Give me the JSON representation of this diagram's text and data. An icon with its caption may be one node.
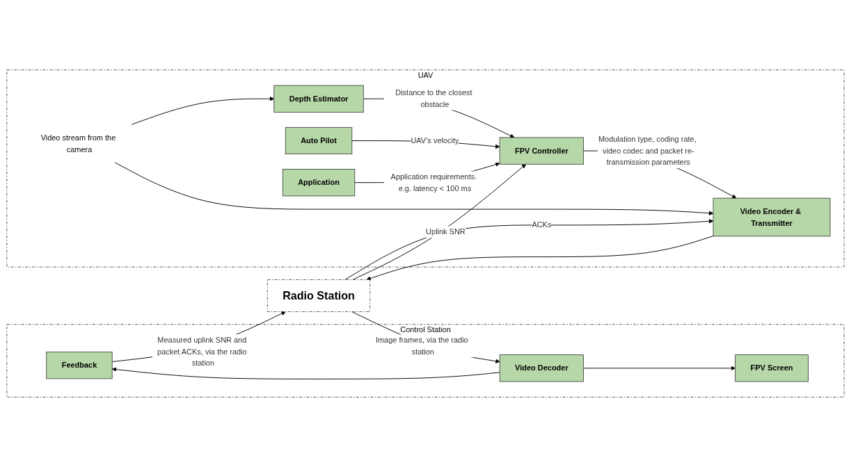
{
  "diagram": {
    "nodes": [
      {
        "text": [
          "Control Station"
        ]
      },
      {
        "text": [
          "Radio Station"
        ]
      },
      {
        "text": [
          "UAV"
        ]
      },
      {
        "text": [
          "Feedback"
        ],
        "in": 0
      },
      {
        "text": [
          "Video Decoder"
        ],
        "in": 0
      },
      {
        "text": [
          "FPV Screen"
        ],
        "in": 0
      },
      {
        "text": [
          "Video stream from the camera"
        ],
        "in": 2
      },
      {
        "text": [
          "Depth Estimator"
        ],
        "in": 2
      },
      {
        "text": [
          "Video Encoder & Transmitter"
        ],
        "in": 2
      },
      {
        "text": [
          "FPV Controller"
        ],
        "in": 2
      },
      {
        "text": [
          "Auto Pilot"
        ],
        "in": 2
      },
      {
        "text": [
          "Application"
        ],
        "in": 2
      }
    ],
    "edges": [
      {
        "from": 6,
        "to": 7,
        "arrow": "to"
      },
      {
        "from": 6,
        "to": 8,
        "arrow": "to"
      },
      {
        "from": 7,
        "to": 9,
        "arrow": "to",
        "label": "Distance to the closest obstacle"
      },
      {
        "from": 3,
        "to": 1,
        "arrow": "to",
        "label": "Measured uplink SNR and packet ACKs, via the radio station"
      },
      {
        "from": 1,
        "to": 8,
        "arrow": "to",
        "label": "ACKs"
      },
      {
        "from": 1,
        "to": 9,
        "arrow": "to",
        "label": "Uplink SNR"
      },
      {
        "from": 8,
        "to": 1,
        "arrow": "to"
      },
      {
        "from": 1,
        "to": 4,
        "arrow": "to",
        "label": "Image frames, via the radio station"
      },
      {
        "from": 4,
        "to": 3,
        "arrow": "to"
      },
      {
        "from": 4,
        "to": 5,
        "arrow": "to"
      },
      {
        "from": 10,
        "to": 9,
        "arrow": "to",
        "label": "UAV’s velocity"
      },
      {
        "from": 9,
        "to": 8,
        "arrow": "to",
        "label": "Modulation type, coding rate, video codec and packet re-transmission parameters"
      },
      {
        "from": 11,
        "to": 9,
        "arrow": "to",
        "label": "Application requirements. e.g. latency < 100 ms"
      }
    ]
  }
}
